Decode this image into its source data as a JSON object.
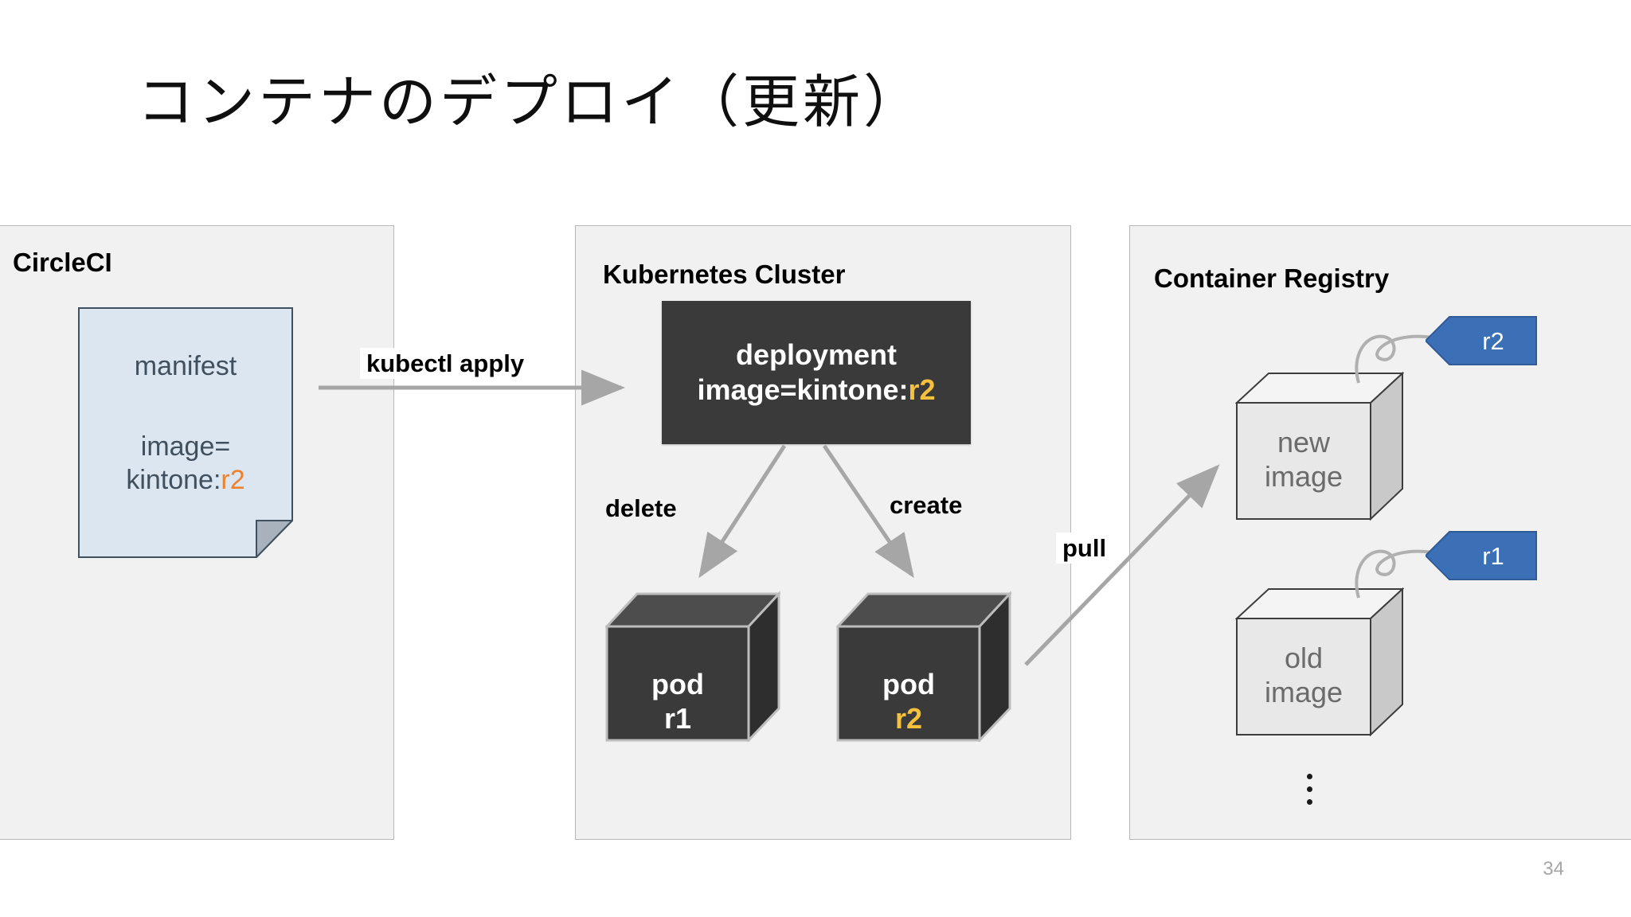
{
  "slide": {
    "title": "コンテナのデプロイ（更新）",
    "page_number": "34"
  },
  "colors": {
    "panel_bg": "#f1f1f1",
    "panel_border": "#b8b8b8",
    "manifest_fill": "#dce6f1",
    "manifest_border": "#41505e",
    "manifest_text": "#41505e",
    "manifest_accent_orange": "#f0812c",
    "dark_box": "#3a3a3a",
    "dark_box_accent_gold": "#f5c13c",
    "image_cube_fill": "#e8e8e8",
    "tag_blue": "#3b6fb6",
    "arrow_grey": "#a6a6a6",
    "page_number_grey": "#a6a6a6"
  },
  "panels": {
    "circleci": {
      "title": "CircleCI",
      "manifest": {
        "heading": "manifest",
        "line_image": "image=",
        "line_repo_prefix": "kintone:",
        "line_repo_tag": "r2"
      }
    },
    "kubernetes": {
      "title": "Kubernetes Cluster",
      "deployment": {
        "line1": "deployment",
        "line2_prefix": "image=kintone:",
        "line2_tag": "r2"
      },
      "pods": [
        {
          "name": "pod",
          "revision": "r1",
          "revision_highlight": false
        },
        {
          "name": "pod",
          "revision": "r2",
          "revision_highlight": true
        }
      ],
      "edge_labels": {
        "delete": "delete",
        "create": "create"
      }
    },
    "registry": {
      "title": "Container Registry",
      "images": [
        {
          "line1": "new",
          "line2": "image",
          "tag": "r2"
        },
        {
          "line1": "old",
          "line2": "image",
          "tag": "r1"
        }
      ],
      "more_indicator": "vertical-ellipsis"
    }
  },
  "edges": [
    {
      "label": "kubectl apply",
      "from": "manifest",
      "to": "deployment"
    },
    {
      "label": "delete",
      "from": "deployment",
      "to": "pod-r1"
    },
    {
      "label": "create",
      "from": "deployment",
      "to": "pod-r2"
    },
    {
      "label": "pull",
      "from": "pod-r2",
      "to": "new-image"
    }
  ]
}
